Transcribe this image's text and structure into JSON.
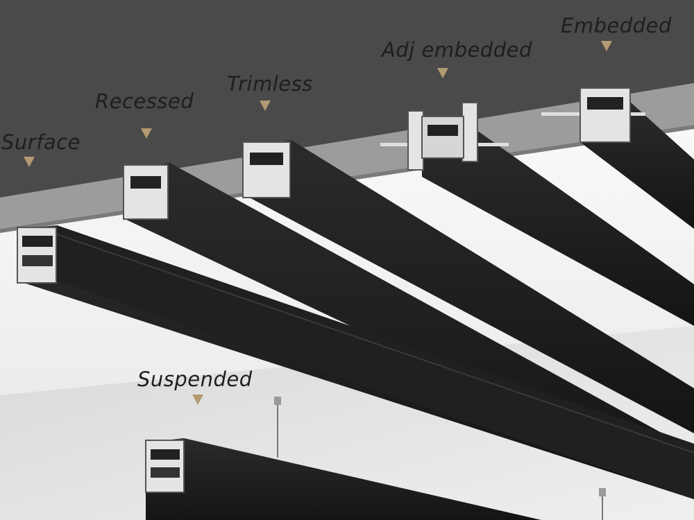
{
  "labels": {
    "surface": "Surface",
    "recessed": "Recessed",
    "trimless": "Trimless",
    "adj_embedded": "Adj embedded",
    "embedded": "Embedded",
    "suspended": "Suspended"
  },
  "colors": {
    "ceiling_dark": "#4a4a4a",
    "ceiling_edge": "#9a9a9a",
    "wall": "#f2f2f2",
    "track": "#1c1c1c",
    "track_highlight": "#3a3a3a",
    "marker": "#b29a72",
    "profile_face": "#e4e4e4"
  }
}
